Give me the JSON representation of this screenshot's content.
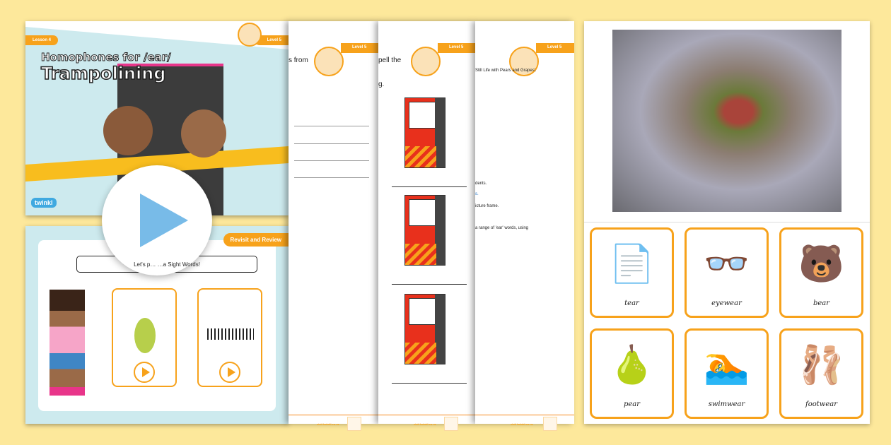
{
  "slide1": {
    "lesson": "Lesson 4",
    "level": "Level 5",
    "subtitle": "Homophones for /ear/",
    "title": "Trampolining",
    "logo": "twinkl"
  },
  "slide2": {
    "badge": "Revisit and Review",
    "speech": "Let's p… …a Sight Words!"
  },
  "play": {
    "icon": "play-icon"
  },
  "worksheets": [
    {
      "level": "Level 5",
      "text1": "s from",
      "footer": "visit twinkl.co.nz"
    },
    {
      "level": "Level 5",
      "text1": "pell the",
      "text2": "g.",
      "footer": "visit twinkl.co.nz"
    },
    {
      "level": "Level 5",
      "text1": "Still Life with Pears and Grapes'.",
      "text2": "dents.",
      "text3": "s.",
      "text4": "icture frame.",
      "text5": "a range of 'ear' words, using",
      "footer": "visit twinkl.co.nz"
    }
  ],
  "cards": [
    {
      "label": "tear",
      "icon": "📄"
    },
    {
      "label": "eyewear",
      "icon": "👓"
    },
    {
      "label": "bear",
      "icon": "🐻"
    },
    {
      "label": "pear",
      "icon": "🍐"
    },
    {
      "label": "swimwear",
      "icon": "🏊"
    },
    {
      "label": "footwear",
      "icon": "🩰"
    }
  ],
  "colors": {
    "background": "#fde89b",
    "accent": "#f7a21b",
    "play": "#78bbe8"
  }
}
